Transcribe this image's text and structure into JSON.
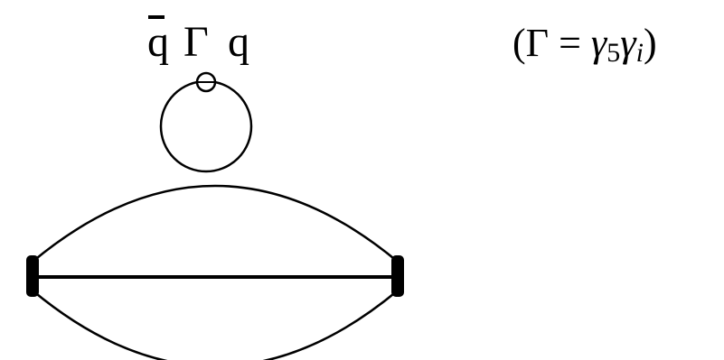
{
  "operator": {
    "qbar": "q",
    "gamma": "Γ",
    "q": "q"
  },
  "definition": {
    "text_open": "(Γ = ",
    "gamma": "γ",
    "sub5": "5",
    "gamma2": "γ",
    "sub_i": "i",
    "text_close": ")"
  },
  "colors": {
    "line": "#000000",
    "background": "#ffffff"
  }
}
